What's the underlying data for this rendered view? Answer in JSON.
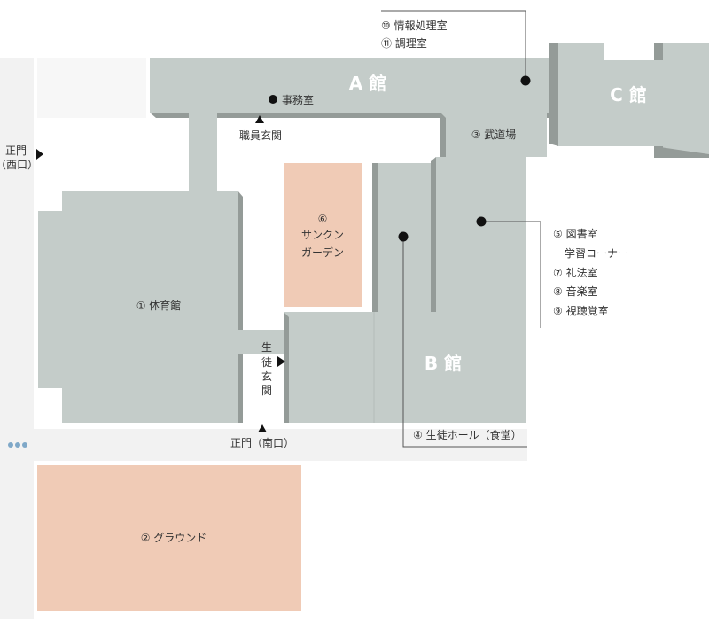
{
  "buildings": {
    "a": "A 館",
    "b": "B 館",
    "c": "C 館"
  },
  "rooms": {
    "gym": "① 体育館",
    "ground": "② グラウンド",
    "budojo": "③ 武道場",
    "hall": "④ 生徒ホール（食堂）",
    "library": "⑤ 図書室",
    "library2": "学習コーナー",
    "sunken_num": "⑥",
    "sunken1": "サンクン",
    "sunken2": "ガーデン",
    "reiho": "⑦ 礼法室",
    "music": "⑧ 音楽室",
    "av": "⑨ 視聴覚室",
    "info": "⑩ 情報処理室",
    "cooking": "⑪ 調理室"
  },
  "entrances": {
    "office": "事務室",
    "staff": "職員玄関",
    "main_west_1": "正門",
    "main_west_2": "（西口）",
    "main_south": "正門（南口）",
    "student_1": "生",
    "student_2": "徒",
    "student_3": "玄",
    "student_4": "関"
  },
  "colors": {
    "building": "#c4ccc9",
    "building_shadow": "#949b98",
    "road": "#f2f2f2",
    "garden": "#f0cbb6"
  }
}
